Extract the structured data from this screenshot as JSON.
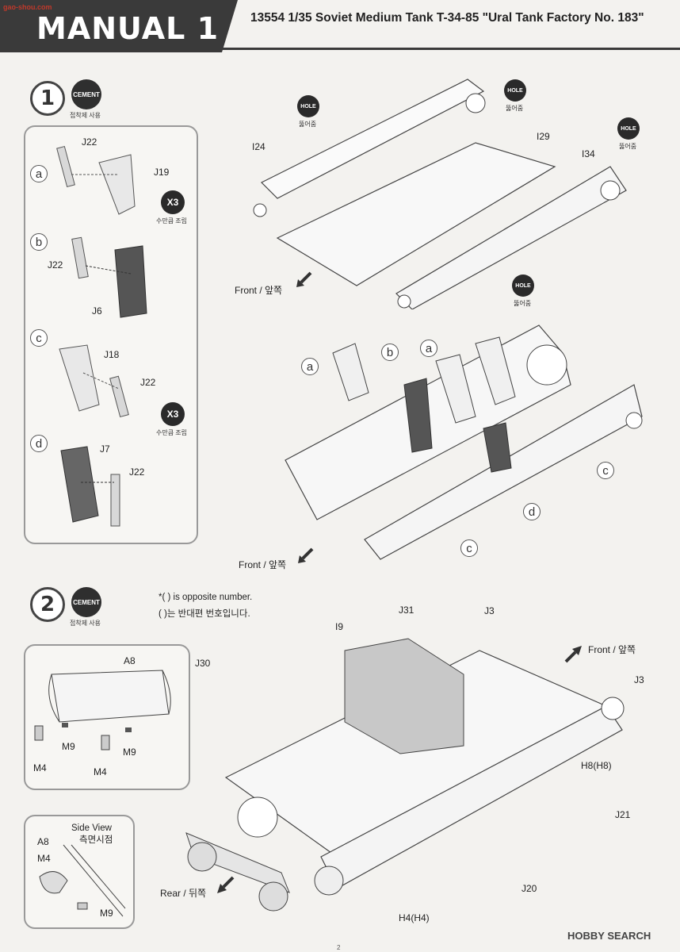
{
  "watermark_top": "gao-shou.com",
  "header": {
    "manual_title": "MANUAL 1",
    "kit_title": "13554 1/35 Soviet Medium Tank T-34-85 \"Ural Tank Factory No. 183\""
  },
  "step1": {
    "number": "1",
    "cement_badge": "CEMENT",
    "cement_sub": "접착제 사용",
    "subassemblies": [
      {
        "letter": "a",
        "parts": [
          "J22",
          "J19"
        ],
        "multiplier": "X3",
        "multiplier_sub": "수만큼 조립"
      },
      {
        "letter": "b",
        "parts": [
          "J22",
          "J6"
        ]
      },
      {
        "letter": "c",
        "parts": [
          "J18",
          "J22"
        ],
        "multiplier": "X3",
        "multiplier_sub": "수만큼 조립"
      },
      {
        "letter": "d",
        "parts": [
          "J7",
          "J22"
        ]
      }
    ],
    "upper_diagram": {
      "parts": [
        "I24",
        "I29",
        "I34"
      ],
      "hole_badge": "HOLE",
      "hole_sub": "뚫어줌",
      "front_label": "Front / 앞쪽"
    },
    "lower_diagram": {
      "callouts": [
        "a",
        "b",
        "a",
        "c",
        "d",
        "c"
      ],
      "front_label": "Front / 앞쪽"
    }
  },
  "step2": {
    "number": "2",
    "cement_badge": "CEMENT",
    "cement_sub": "접착제 사용",
    "note_line1": "*(    ) is opposite number.",
    "note_line2": "(    )는 반대편 번호입니다.",
    "fender_panel": {
      "parts": [
        "A8",
        "M9",
        "M9",
        "M4",
        "M4"
      ]
    },
    "side_view": {
      "title_en": "Side View",
      "title_ko": "측면시점",
      "parts": [
        "A8",
        "M4",
        "M9"
      ]
    },
    "main_diagram": {
      "parts": [
        "I9",
        "J31",
        "J3",
        "J30",
        "J3",
        "H8(H8)",
        "J21",
        "J20",
        "H4(H4)"
      ],
      "front_label": "Front / 앞쪽",
      "rear_label": "Rear / 뒤쪽"
    }
  },
  "footer": {
    "logo": "HOBBY SEARCH",
    "page_number": "2"
  }
}
